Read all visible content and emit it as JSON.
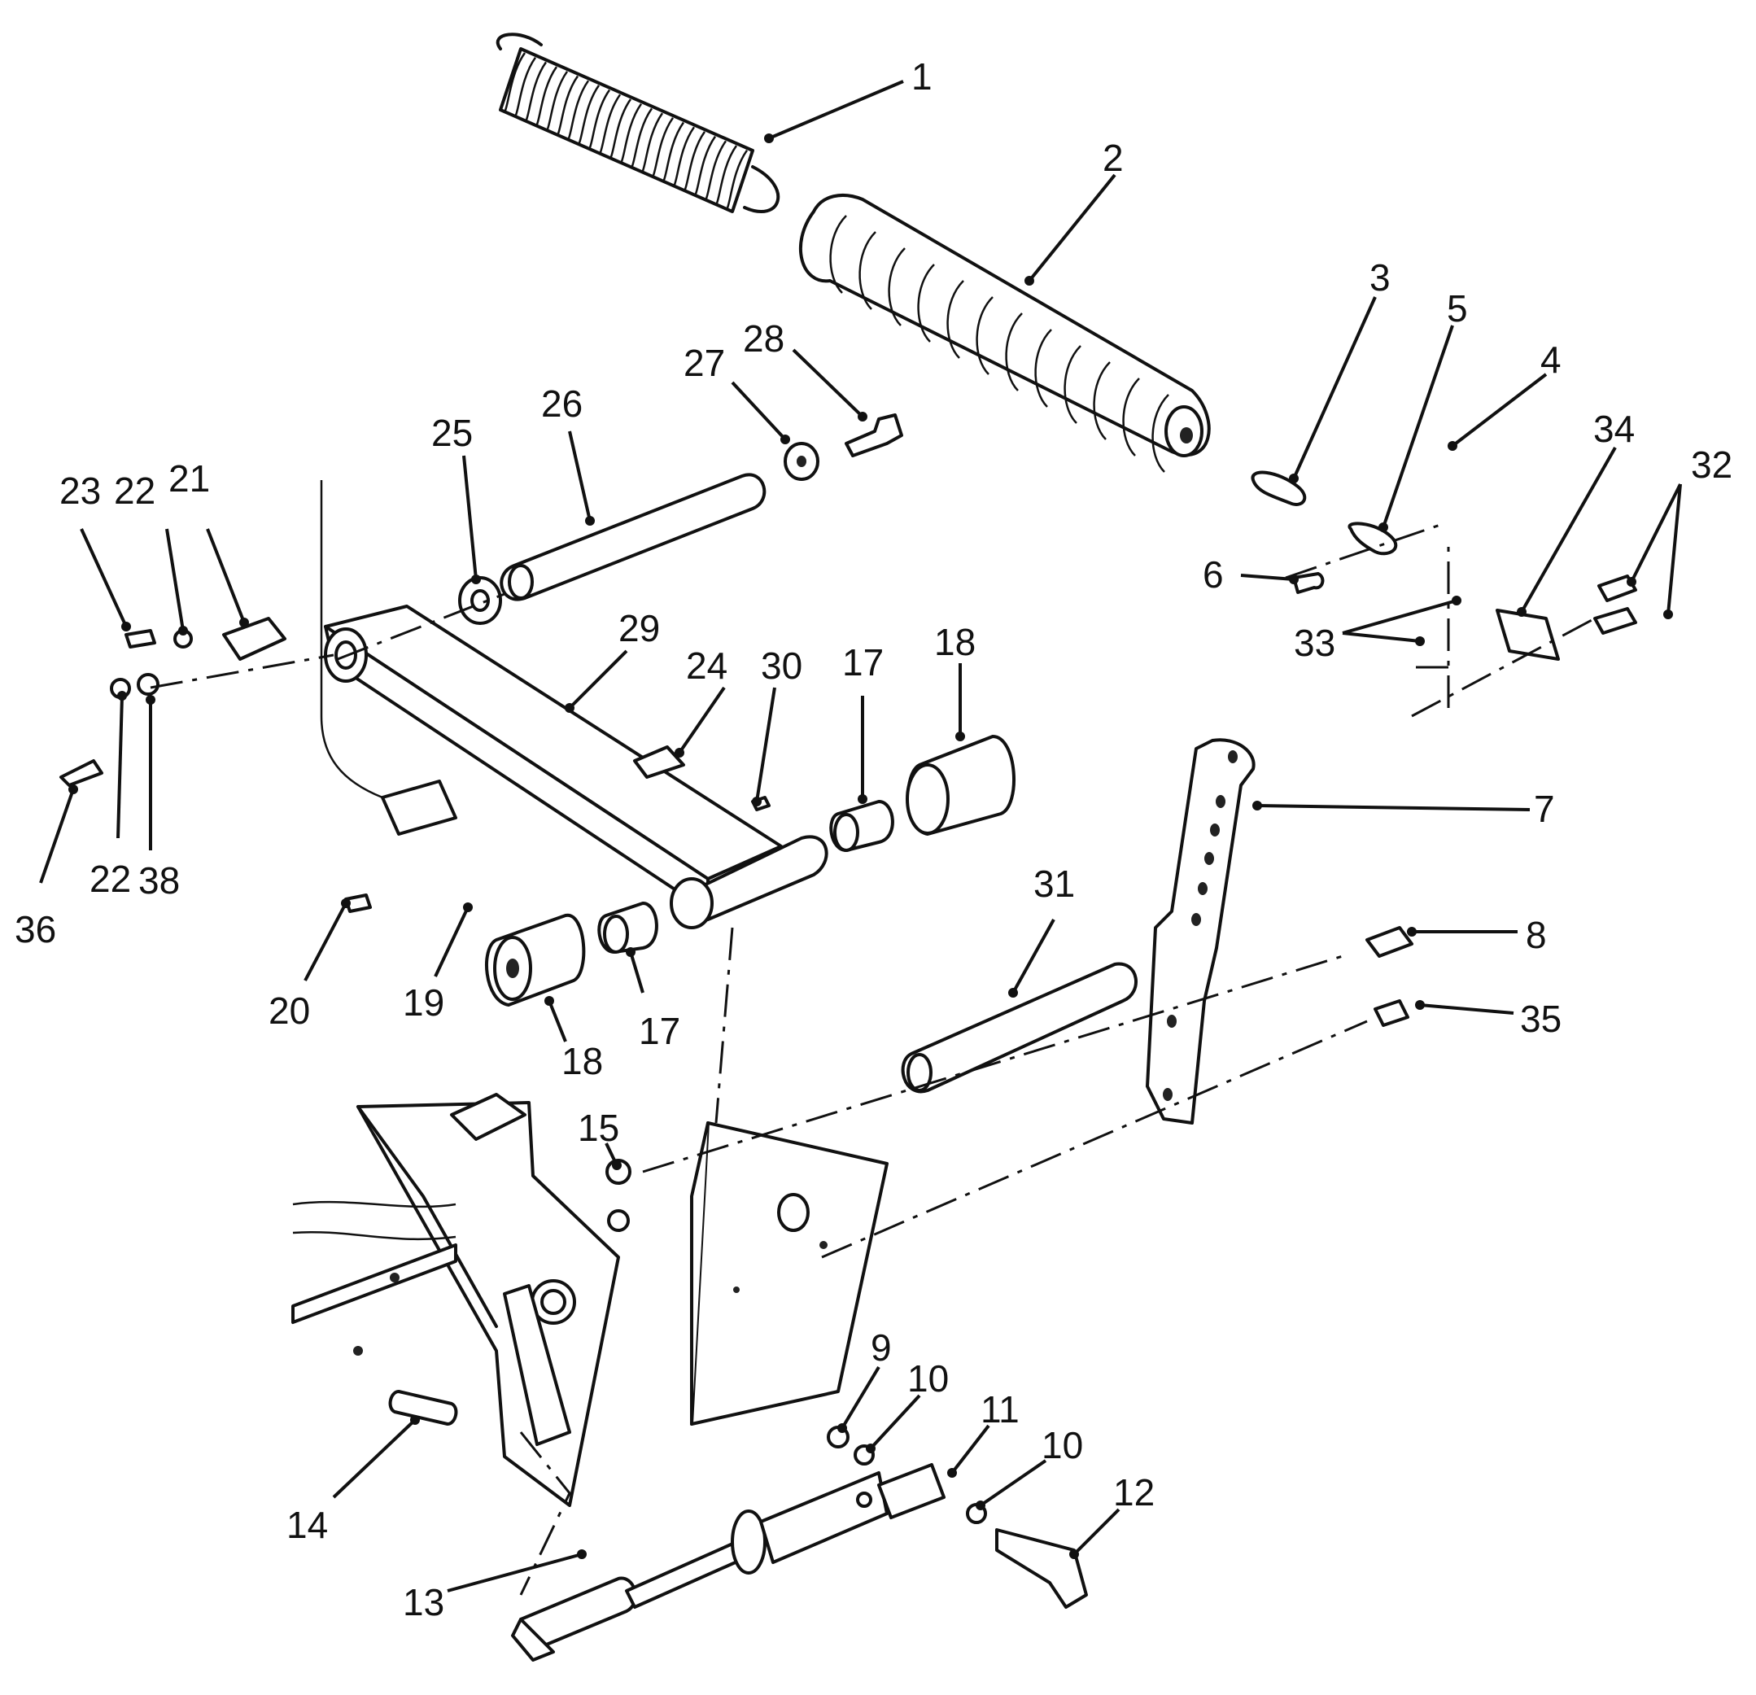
{
  "callouts": [
    {
      "id": "c1",
      "label": "1"
    },
    {
      "id": "c2",
      "label": "2"
    },
    {
      "id": "c3",
      "label": "3"
    },
    {
      "id": "c4",
      "label": "4"
    },
    {
      "id": "c5",
      "label": "5"
    },
    {
      "id": "c6",
      "label": "6"
    },
    {
      "id": "c7",
      "label": "7"
    },
    {
      "id": "c8",
      "label": "8"
    },
    {
      "id": "c9",
      "label": "9"
    },
    {
      "id": "c10a",
      "label": "10"
    },
    {
      "id": "c10b",
      "label": "10"
    },
    {
      "id": "c11",
      "label": "11"
    },
    {
      "id": "c12",
      "label": "12"
    },
    {
      "id": "c13",
      "label": "13"
    },
    {
      "id": "c14",
      "label": "14"
    },
    {
      "id": "c15",
      "label": "15"
    },
    {
      "id": "c17a",
      "label": "17"
    },
    {
      "id": "c17b",
      "label": "17"
    },
    {
      "id": "c18a",
      "label": "18"
    },
    {
      "id": "c18b",
      "label": "18"
    },
    {
      "id": "c19",
      "label": "19"
    },
    {
      "id": "c20",
      "label": "20"
    },
    {
      "id": "c21",
      "label": "21"
    },
    {
      "id": "c22a",
      "label": "22"
    },
    {
      "id": "c22b",
      "label": "22"
    },
    {
      "id": "c23",
      "label": "23"
    },
    {
      "id": "c24",
      "label": "24"
    },
    {
      "id": "c25",
      "label": "25"
    },
    {
      "id": "c26",
      "label": "26"
    },
    {
      "id": "c27",
      "label": "27"
    },
    {
      "id": "c28",
      "label": "28"
    },
    {
      "id": "c29",
      "label": "29"
    },
    {
      "id": "c30",
      "label": "30"
    },
    {
      "id": "c31",
      "label": "31"
    },
    {
      "id": "c32",
      "label": "32"
    },
    {
      "id": "c33",
      "label": "33"
    },
    {
      "id": "c34",
      "label": "34"
    },
    {
      "id": "c35",
      "label": "35"
    },
    {
      "id": "c36",
      "label": "36"
    },
    {
      "id": "c38",
      "label": "38"
    }
  ]
}
